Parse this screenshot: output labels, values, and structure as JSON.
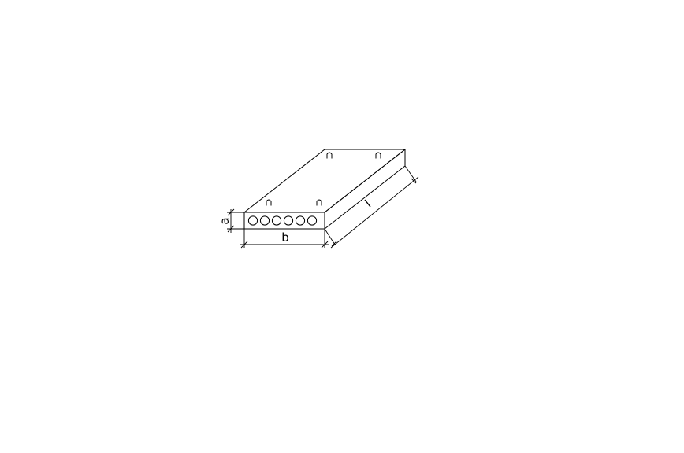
{
  "labels": {
    "thickness": "a",
    "width": "b",
    "length": "l"
  },
  "slab": {
    "hole_count": 6,
    "lifting_loop_count": 4
  },
  "colors": {
    "line": "#000000",
    "background": "#ffffff"
  }
}
